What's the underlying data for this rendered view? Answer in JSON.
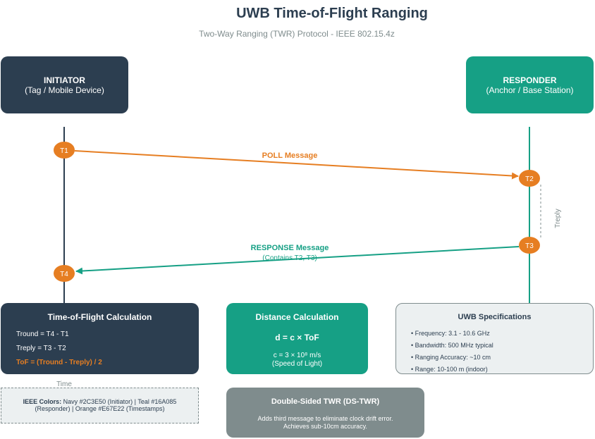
{
  "header": {
    "title": "UWB Time-of-Flight Ranging",
    "subtitle": "Two-Way Ranging (TWR) Protocol - IEEE 802.15.4z"
  },
  "initiator": {
    "name": "INITIATOR",
    "desc": "(Tag / Mobile Device)"
  },
  "responder": {
    "name": "RESPONDER",
    "desc": "(Anchor / Base Station)"
  },
  "timestamps": {
    "t1": "T1",
    "t2": "T2",
    "t3": "T3",
    "t4": "T4"
  },
  "messages": {
    "poll": "POLL Message",
    "response": "RESPONSE Message",
    "response_note": "(Contains T2, T3)",
    "treply": "Treply",
    "time_axis": "Time"
  },
  "tof_card": {
    "title": "Time-of-Flight Calculation",
    "line1": "Tround = T4 - T1",
    "line2": "Treply = T3 - T2",
    "line3": "ToF = (Tround - Treply) / 2"
  },
  "distance_card": {
    "title": "Distance Calculation",
    "formula": "d = c × ToF",
    "constant": "c = 3 × 10⁸ m/s",
    "note": "(Speed of Light)"
  },
  "spec_card": {
    "title": "UWB Specifications",
    "items": [
      "• Frequency: 3.1 - 10.6 GHz",
      "• Bandwidth: 500 MHz typical",
      "• Ranging Accuracy: ~10 cm",
      "• Range: 10-100 m (indoor)"
    ]
  },
  "legend": {
    "label": "IEEE Colors:",
    "text1": " Navy #2C3E50 (Initiator) | Teal #16A085",
    "text2": "(Responder) | Orange #E67E22 (Timestamps)"
  },
  "dstwr_card": {
    "title": "Double-Sided TWR (DS-TWR)",
    "line1": "Adds third message to eliminate clock drift error.",
    "line2": "Achieves sub-10cm accuracy."
  },
  "colors": {
    "navy": "#2C3E50",
    "teal": "#16A085",
    "orange": "#E67E22",
    "gray": "#7F8C8D",
    "light": "#ECF0F1"
  }
}
